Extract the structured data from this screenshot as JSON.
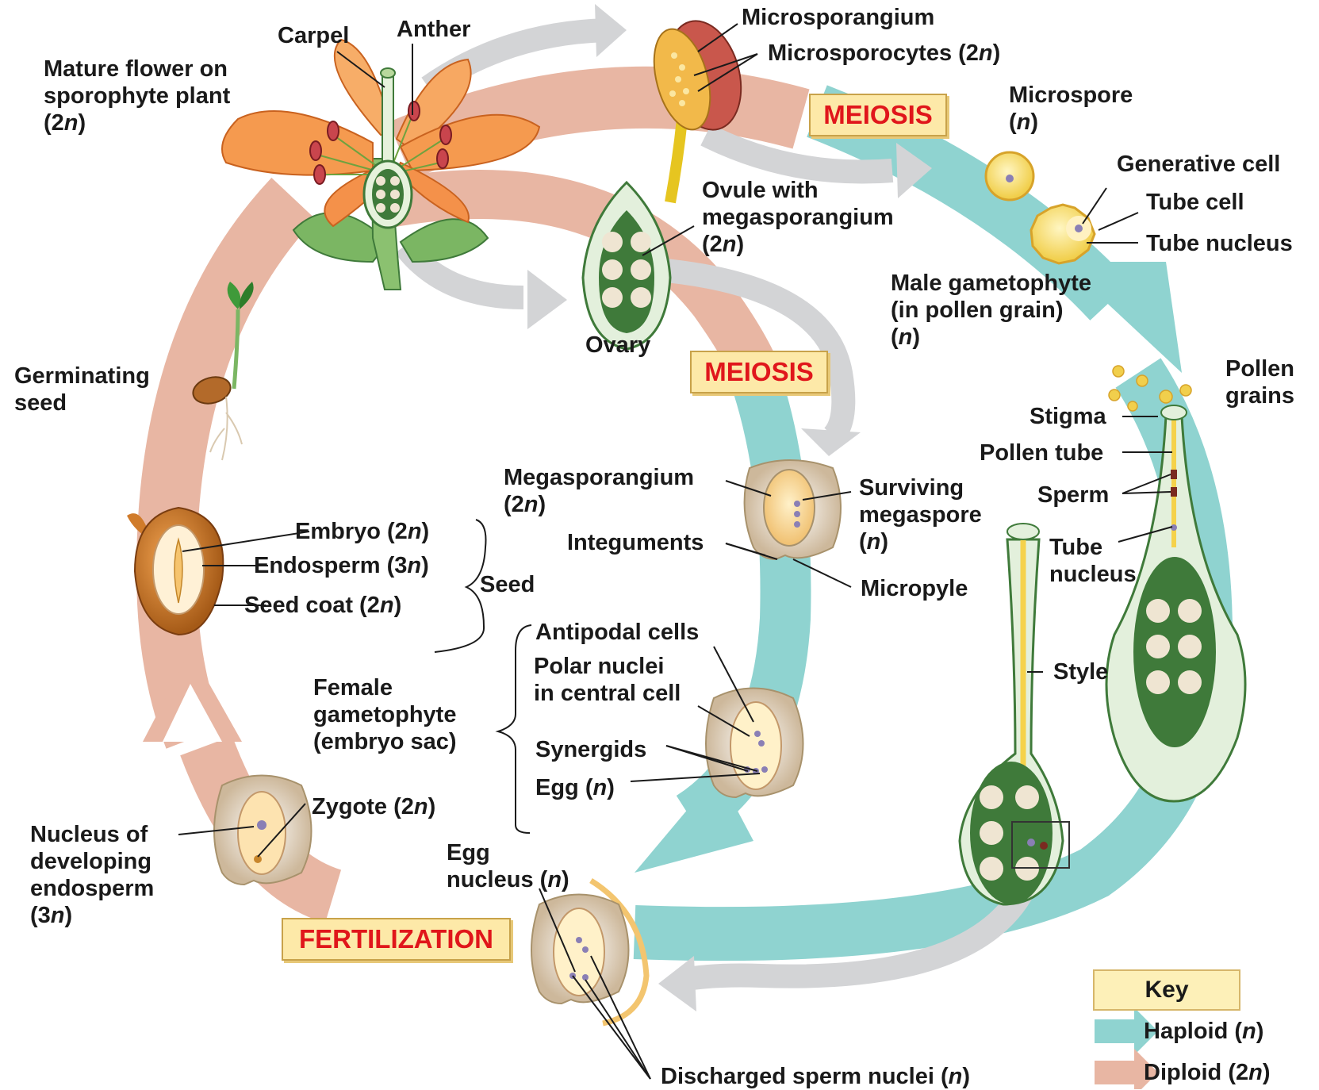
{
  "labels": {
    "mature_flower": [
      "Mature flower on",
      "sporophyte plant",
      "(2",
      "n",
      ")"
    ],
    "carpel": "Carpel",
    "anther": "Anther",
    "microsporangium": "Microsporangium",
    "microsporocytes": [
      "Microsporocytes (2",
      "n",
      ")"
    ],
    "microspore": [
      "Microspore",
      "(",
      "n",
      ")"
    ],
    "generative_cell": "Generative cell",
    "tube_cell": "Tube cell",
    "tube_nucleus_top": "Tube nucleus",
    "ovule": [
      "Ovule with",
      "megasporangium",
      "(2",
      "n",
      ")"
    ],
    "ovary": "Ovary",
    "male_gametophyte": [
      "Male gametophyte",
      "(in pollen grain)",
      "(",
      "n",
      ")"
    ],
    "pollen_grains": [
      "Pollen",
      "grains"
    ],
    "stigma": "Stigma",
    "pollen_tube": "Pollen tube",
    "sperm": "Sperm",
    "tube_nucleus_lower": [
      "Tube",
      "nucleus"
    ],
    "style": "Style",
    "germinating_seed": [
      "Germinating",
      "seed"
    ],
    "megasporangium": [
      "Megasporangium",
      "(2",
      "n",
      ")"
    ],
    "surviving_megaspore": [
      "Surviving",
      "megaspore",
      "(",
      "n",
      ")"
    ],
    "integuments": "Integuments",
    "micropyle": "Micropyle",
    "embryo": [
      "Embryo (2",
      "n",
      ")"
    ],
    "endosperm": [
      "Endosperm (3",
      "n",
      ")"
    ],
    "seed_coat": [
      "Seed coat (2",
      "n",
      ")"
    ],
    "seed": "Seed",
    "antipodal_cells": "Antipodal cells",
    "polar_nuclei": [
      "Polar nuclei",
      "in central cell"
    ],
    "female_gametophyte": [
      "Female",
      "gametophyte",
      "(embryo sac)"
    ],
    "synergids": "Synergids",
    "egg": [
      "Egg (",
      "n",
      ")"
    ],
    "zygote": [
      "Zygote (2",
      "n",
      ")"
    ],
    "nucleus_endosperm": [
      "Nucleus of",
      "developing",
      "endosperm",
      "(3",
      "n",
      ")"
    ],
    "egg_nucleus": [
      "Egg",
      "nucleus (",
      "n",
      ")"
    ],
    "discharged_sperm": [
      "Discharged sperm nuclei (",
      "n",
      ")"
    ]
  },
  "stages": {
    "meiosis_1": "MEIOSIS",
    "meiosis_2": "MEIOSIS",
    "fertilization": "FERTILIZATION"
  },
  "key": {
    "title": "Key",
    "haploid": [
      "Haploid (",
      "n",
      ")"
    ],
    "diploid": [
      "Diploid (2",
      "n",
      ")"
    ]
  },
  "colors": {
    "haploid": "#8fd3d0",
    "diploid": "#e8b6a3",
    "transition": "#d3d4d6",
    "stage_text": "#e0161b",
    "stage_fill": "#fde9a8",
    "petal": "#f5a05a",
    "ovary_green": "#3f7a3a"
  }
}
